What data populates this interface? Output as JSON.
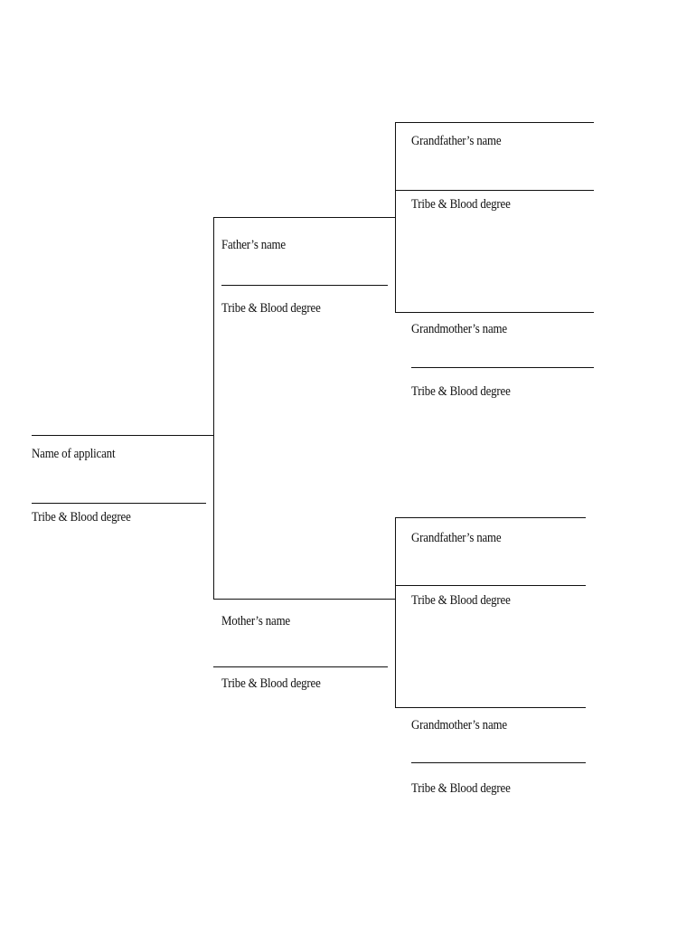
{
  "applicant": {
    "name_label": "Name of applicant",
    "tribe_label": "Tribe & Blood degree"
  },
  "father": {
    "name_label": "Father’s name",
    "tribe_label": "Tribe & Blood degree"
  },
  "mother": {
    "name_label": "Mother’s name",
    "tribe_label": "Tribe & Blood degree"
  },
  "paternal_grandfather": {
    "name_label": "Grandfather’s name",
    "tribe_label": "Tribe & Blood degree"
  },
  "paternal_grandmother": {
    "name_label": "Grandmother’s name",
    "tribe_label": "Tribe & Blood degree"
  },
  "maternal_grandfather": {
    "name_label": "Grandfather’s name",
    "tribe_label": "Tribe & Blood degree"
  },
  "maternal_grandmother": {
    "name_label": "Grandmother’s name",
    "tribe_label": "Tribe & Blood degree"
  }
}
